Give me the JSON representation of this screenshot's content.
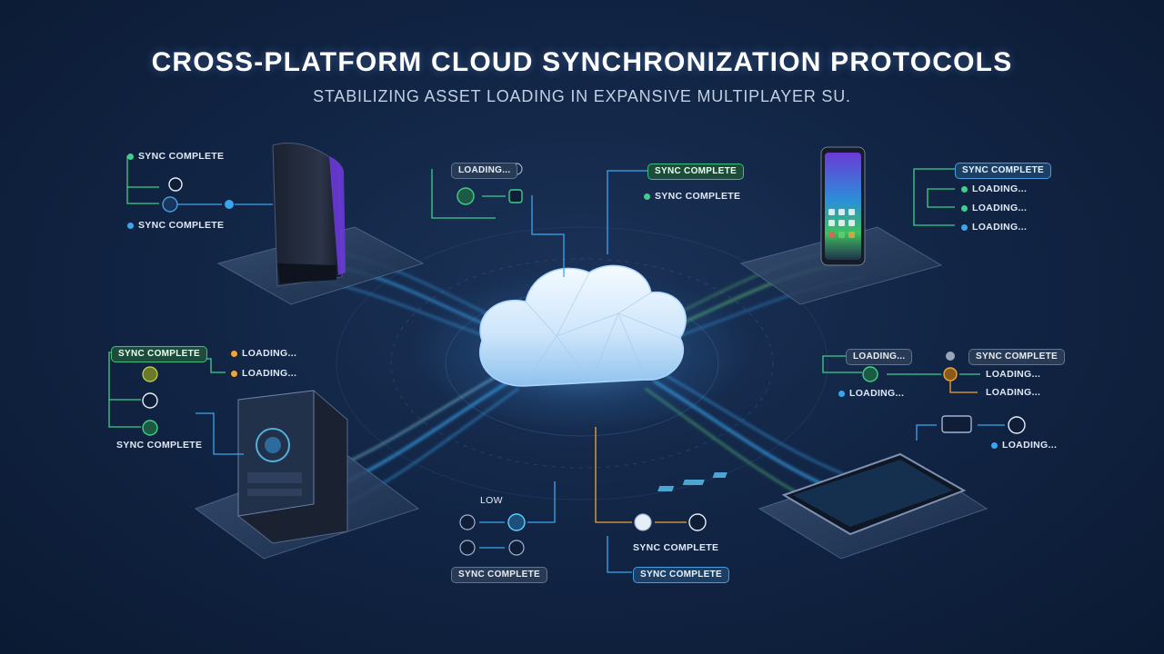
{
  "header": {
    "title": "CROSS-PLATFORM CLOUD SYNCHRONIZATION PROTOCOLS",
    "subtitle": "STABILIZING ASSET LOADING IN EXPANSIVE MULTIPLAYER SU."
  },
  "labels": {
    "console_top": "SYNC COMPLETE",
    "console_bottom": "SYNC COMPLETE",
    "center_loading": "LOADING...",
    "center_sync_pill": "SYNC COMPLETE",
    "center_sync_text": "SYNC COMPLETE",
    "phone_sync_pill": "SYNC COMPLETE",
    "phone_loading_1": "LOADING...",
    "phone_loading_2": "LOADING...",
    "phone_loading_3": "LOADING...",
    "pc_sync_pill": "SYNC COMPLETE",
    "pc_loading_1": "LOADING...",
    "pc_loading_2": "LOADING...",
    "pc_sync_text": "SYNC COMPLETE",
    "right_loading_pill": "LOADING...",
    "right_sync_pill": "SYNC COMPLETE",
    "right_loading_1": "LOADING...",
    "right_loading_2": "LOADING...",
    "right_loading_3": "LOADING...",
    "tablet_loading": "LOADING...",
    "bottom_low": "LOW",
    "bottom_sync_pill": "SYNC COMPLETE",
    "bottom_right_sync_text": "SYNC COMPLETE",
    "bottom_right_sync_pill": "SYNC COMPLETE"
  },
  "colors": {
    "green": "#3fcf8a",
    "blue": "#3aa6f0",
    "orange": "#f0a53a",
    "cyan": "#5fd0ff"
  }
}
